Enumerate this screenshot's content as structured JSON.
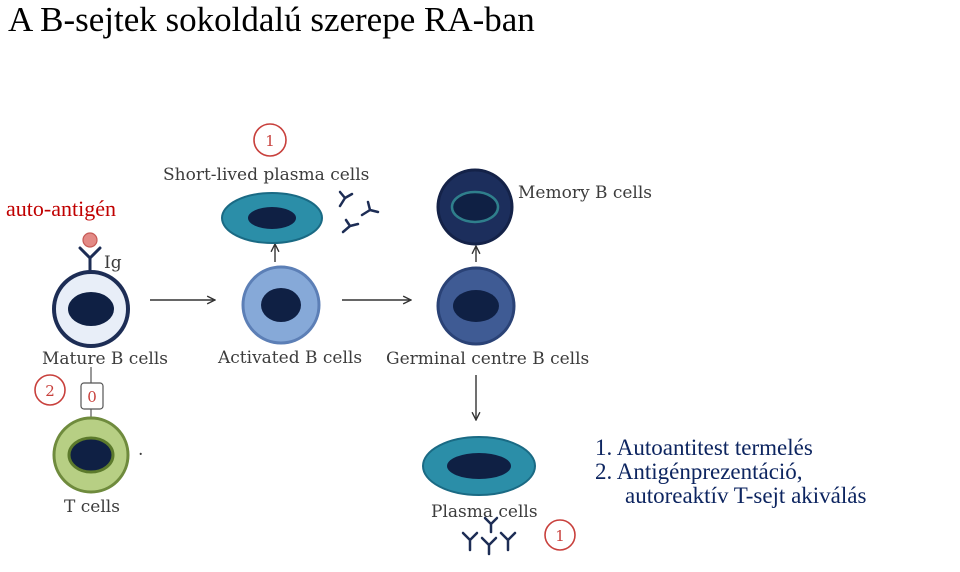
{
  "title": "A B-sejtek sokoldalú szerepe RA-ban",
  "antigen_label": "auto-antigén",
  "diagram": {
    "short_lived_plasma": "Short-lived plasma cells",
    "memory_b": "Memory B cells",
    "ig": "Ig",
    "mature_b": "Mature B cells",
    "activated_b": "Activated B cells",
    "germinal_centre_b": "Germinal centre B cells",
    "t_cells": "T cells",
    "plasma_cells": "Plasma cells",
    "marker_1": "1",
    "marker_2": "2",
    "marker_0": "0",
    "dot": "."
  },
  "notes": {
    "item1": "1.  Autoantitest termelés",
    "item2": "2.  Antigénprezentáció,",
    "item2_cont": "autoreaktív T-sejt akiválás"
  },
  "colors": {
    "title": "#000000",
    "antigen_label": "#c00000",
    "notes": "#0d2560",
    "marker": "#c8403c",
    "cell_nucleus": "#0f2044"
  }
}
